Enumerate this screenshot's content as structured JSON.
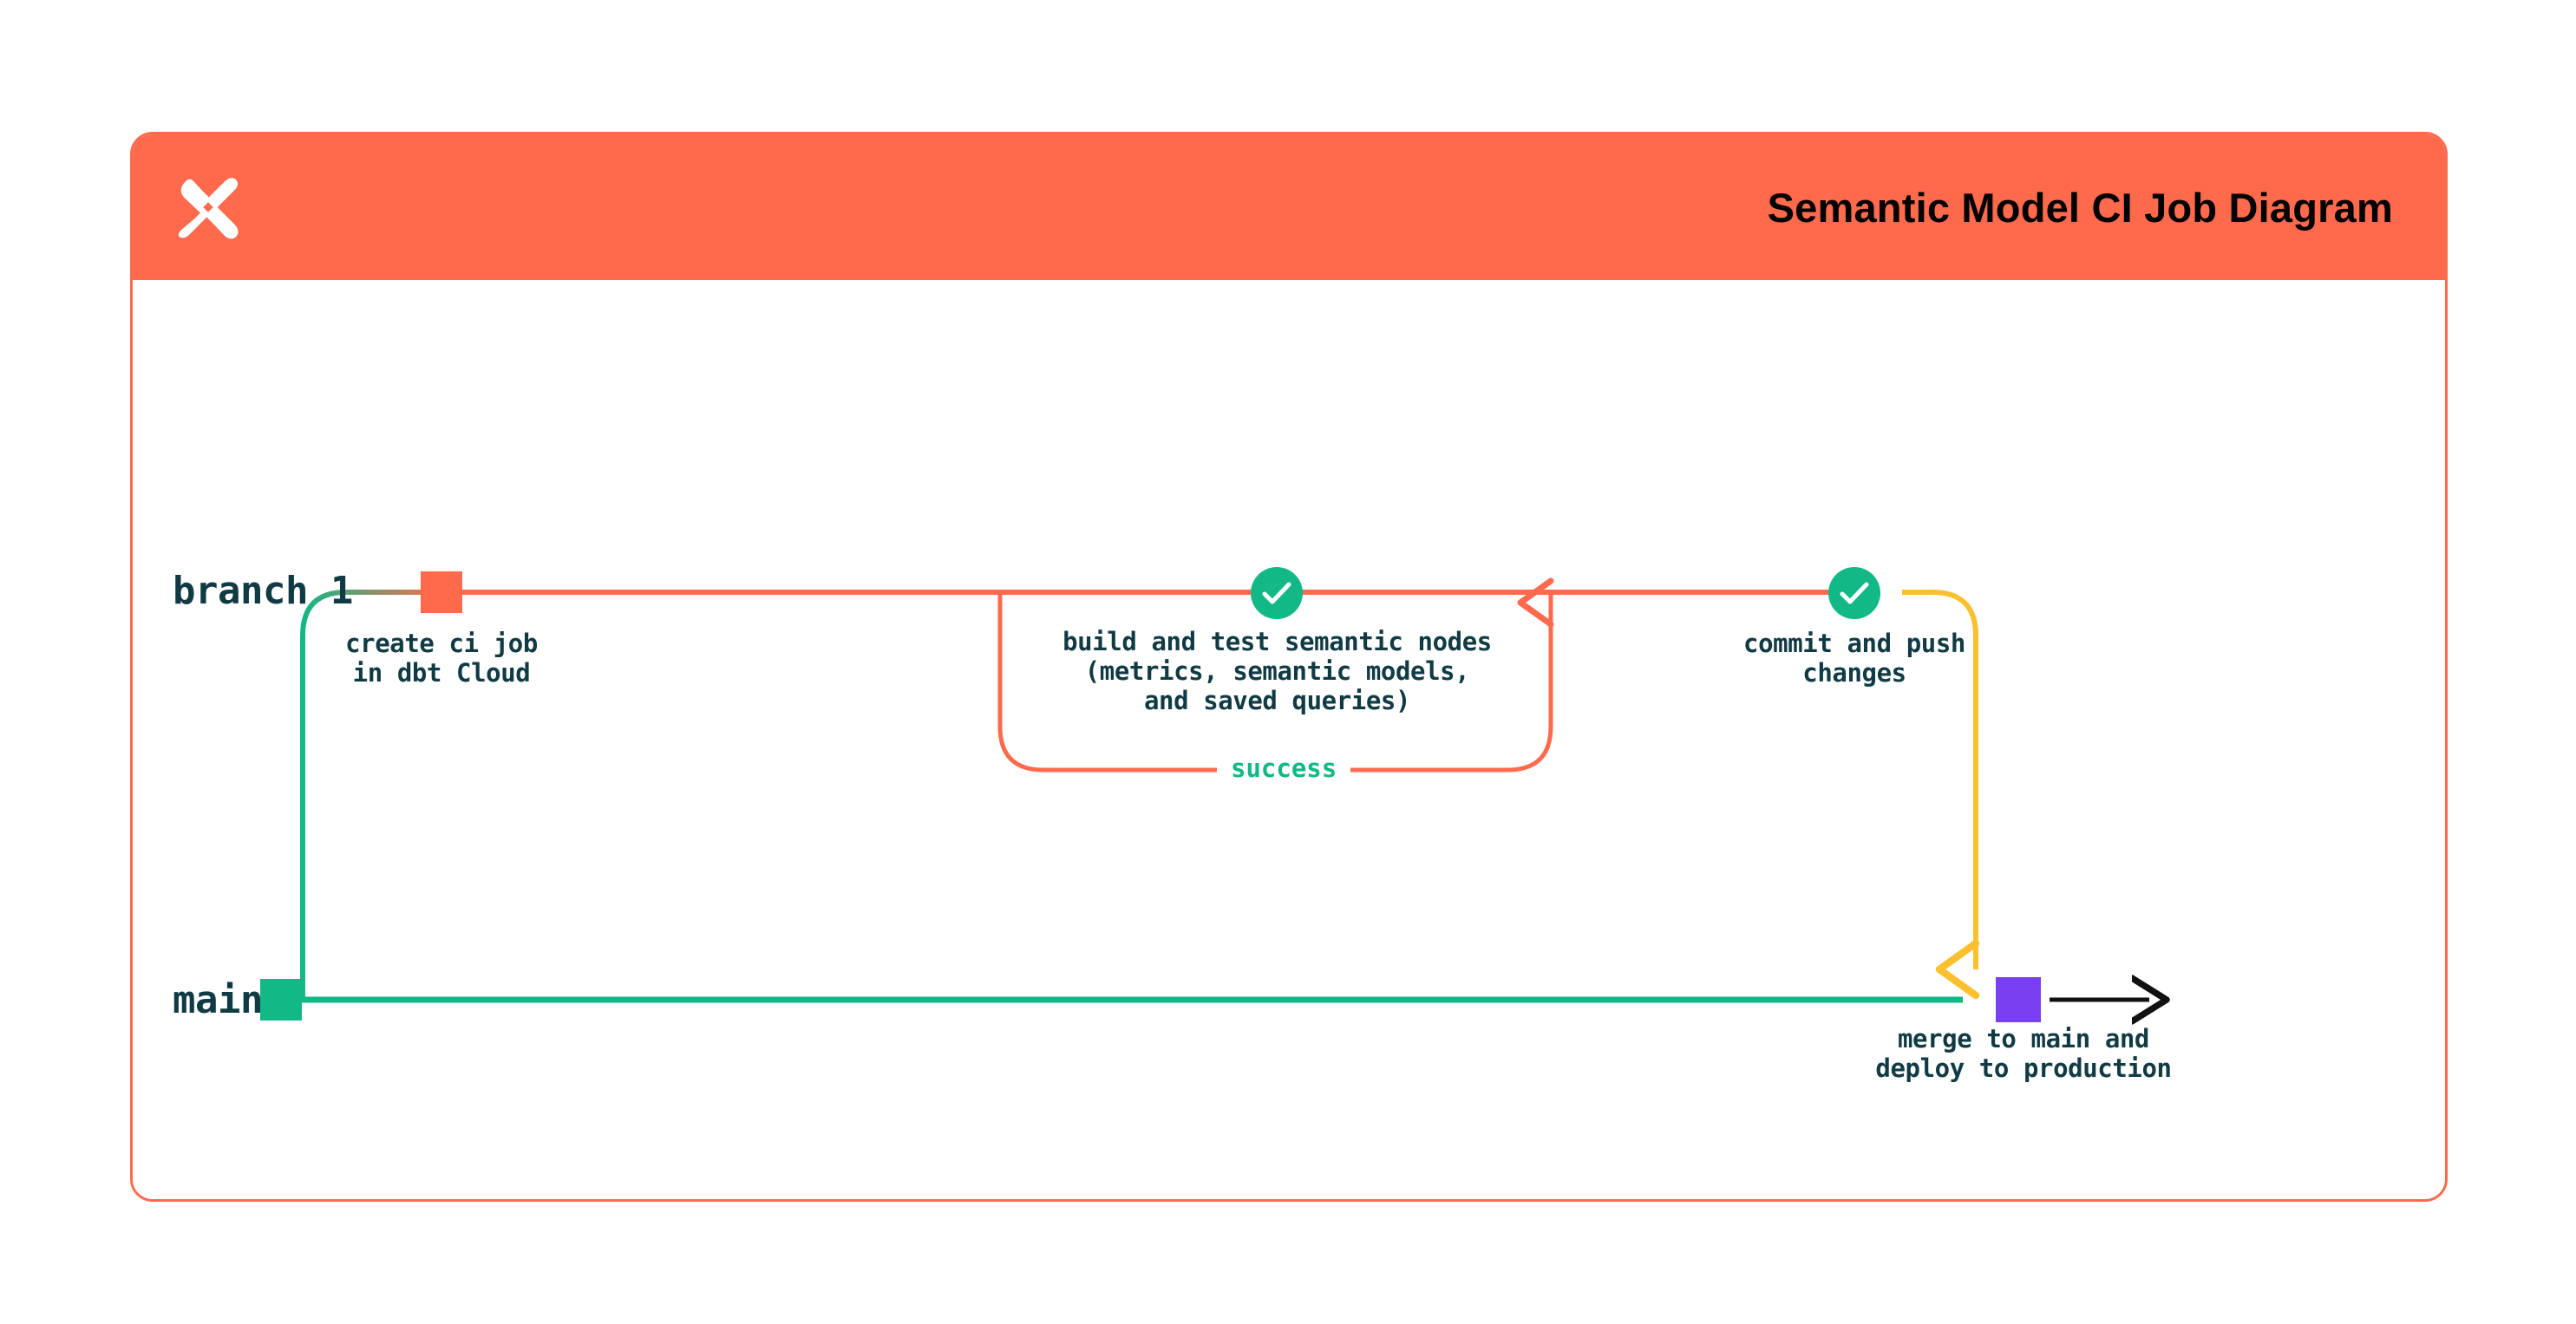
{
  "header": {
    "title": "Semantic Model CI Job Diagram",
    "logo_icon": "dbt-logo-icon",
    "bg_color": "#FF6A4D",
    "title_color": "#000000"
  },
  "diagram": {
    "type": "git-branch-flow",
    "branches": [
      {
        "id": "branch1",
        "label": "branch 1",
        "line_color": "#FF6A4D"
      },
      {
        "id": "main",
        "label": "main",
        "line_color": "#12B886"
      }
    ],
    "nodes": [
      {
        "id": "create-ci-job",
        "shape": "square",
        "color": "#FF6A4D",
        "branch": "branch 1",
        "caption_line1": "create ci job",
        "caption_line2": "in dbt Cloud"
      },
      {
        "id": "build-and-test",
        "shape": "check-circle",
        "color": "#12B886",
        "branch": "branch 1",
        "caption_line1": "build and test semantic nodes",
        "caption_line2": "(metrics, semantic models,",
        "caption_line3": "and saved queries)"
      },
      {
        "id": "commit-and-push",
        "shape": "check-circle",
        "color": "#12B886",
        "branch": "branch 1",
        "caption_line1": "commit and push",
        "caption_line2": "changes"
      },
      {
        "id": "merge-to-main",
        "shape": "square",
        "color": "#7B3FF2",
        "branch": "main",
        "caption_line1": "merge to main and",
        "caption_line2": "deploy to production"
      }
    ],
    "edges": [
      {
        "id": "branch-out",
        "from": "main",
        "to": "branch 1",
        "color": "#12B886"
      },
      {
        "id": "ci-loop",
        "label": "success",
        "label_color": "#12B886",
        "color": "#FF6A4D"
      },
      {
        "id": "merge-down",
        "from": "branch 1",
        "to": "main",
        "color": "#FBC02D"
      },
      {
        "id": "main-continue",
        "color": "#111111"
      }
    ],
    "loop_label": "success"
  },
  "colors": {
    "orange": "#FF6A4D",
    "teal": "#12B886",
    "yellow": "#FBC02D",
    "purple": "#7B3FF2",
    "navy": "#113B44",
    "black": "#111111"
  }
}
